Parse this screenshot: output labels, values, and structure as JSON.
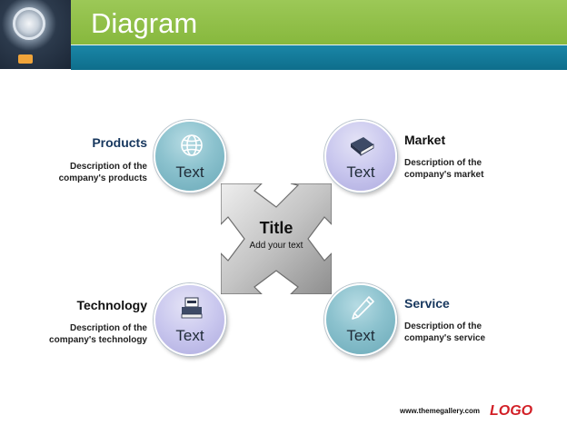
{
  "header": {
    "title": "Diagram"
  },
  "center": {
    "title": "Title",
    "subtitle": "Add your text"
  },
  "items": [
    {
      "heading": "Products",
      "desc1": "Description of the",
      "desc2": "company's products",
      "circle_text": "Text",
      "icon": "globe-icon",
      "color": "#7fb9c6"
    },
    {
      "heading": "Market",
      "desc1": "Description of the",
      "desc2": "company's market",
      "circle_text": "Text",
      "icon": "book-icon",
      "color": "#c3c1ec"
    },
    {
      "heading": "Technology",
      "desc1": "Description of the",
      "desc2": "company's technology",
      "circle_text": "Text",
      "icon": "printer-icon",
      "color": "#c3c1ec"
    },
    {
      "heading": "Service",
      "desc1": "Description of the",
      "desc2": "company's service",
      "circle_text": "Text",
      "icon": "pencil-icon",
      "color": "#7fb9c6"
    }
  ],
  "footer": {
    "url": "www.themegallery.com",
    "logo": "LOGO"
  },
  "colors": {
    "header_green": "#8fbf45",
    "header_band": "#147a99",
    "heading_blue": "#17375e",
    "logo_red": "#d21f26"
  }
}
